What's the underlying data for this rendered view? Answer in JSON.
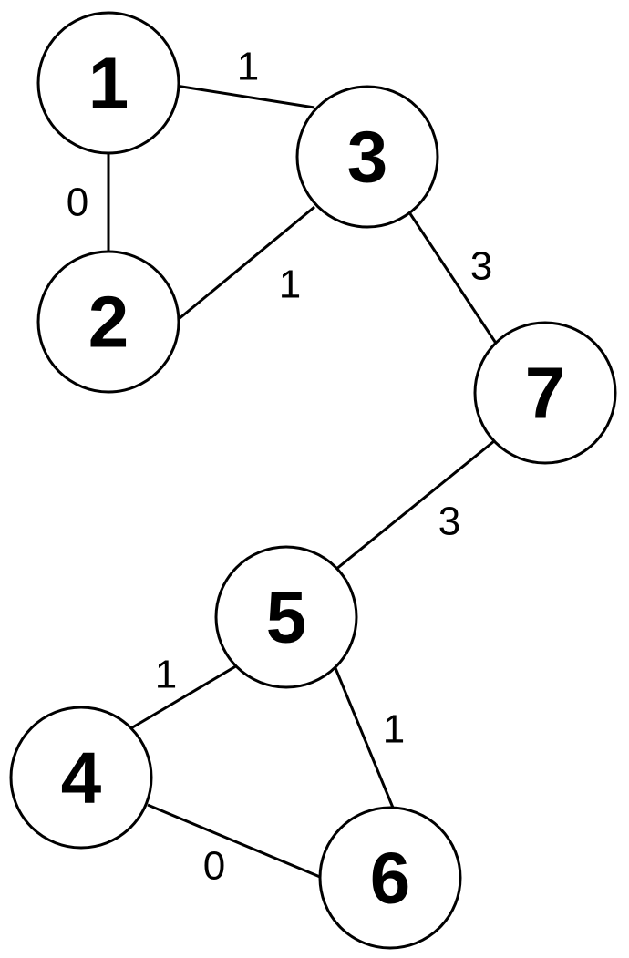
{
  "colors": {
    "stroke": "#000000",
    "node_fill": "#ffffff",
    "text": "#000000",
    "background": "#ffffff"
  },
  "nodes": [
    {
      "id": "1",
      "label": "1"
    },
    {
      "id": "2",
      "label": "2"
    },
    {
      "id": "3",
      "label": "3"
    },
    {
      "id": "7",
      "label": "7"
    },
    {
      "id": "5",
      "label": "5"
    },
    {
      "id": "4",
      "label": "4"
    },
    {
      "id": "6",
      "label": "6"
    }
  ],
  "edges": [
    {
      "from": "1",
      "to": "3",
      "weight": "1"
    },
    {
      "from": "1",
      "to": "2",
      "weight": "0"
    },
    {
      "from": "2",
      "to": "3",
      "weight": "1"
    },
    {
      "from": "3",
      "to": "7",
      "weight": "3"
    },
    {
      "from": "7",
      "to": "5",
      "weight": "3"
    },
    {
      "from": "5",
      "to": "4",
      "weight": "1"
    },
    {
      "from": "5",
      "to": "6",
      "weight": "1"
    },
    {
      "from": "4",
      "to": "6",
      "weight": "0"
    }
  ]
}
